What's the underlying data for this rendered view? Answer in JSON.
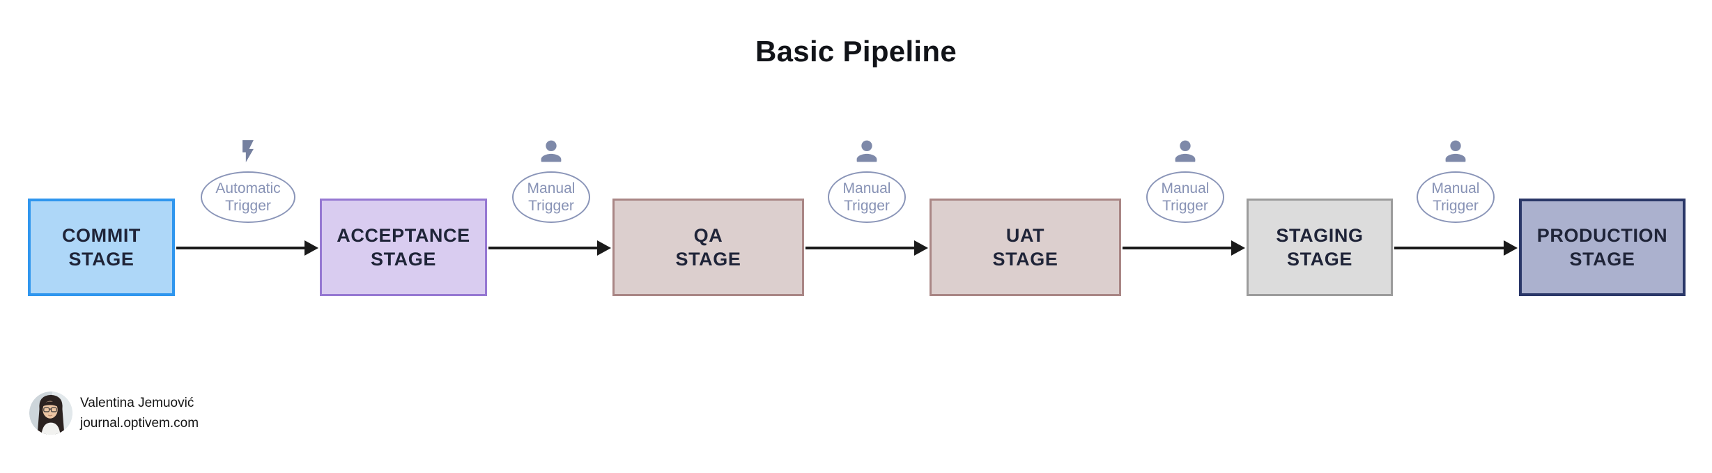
{
  "title": "Basic Pipeline",
  "stages": [
    {
      "id": "commit",
      "line1": "COMMIT",
      "line2": "STAGE",
      "fill": "#AED7F8",
      "border": "#2F96EE"
    },
    {
      "id": "acceptance",
      "line1": "ACCEPTANCE",
      "line2": "STAGE",
      "fill": "#D9CCF0",
      "border": "#9678D2"
    },
    {
      "id": "qa",
      "line1": "QA",
      "line2": "STAGE",
      "fill": "#DCCFCE",
      "border": "#A98685"
    },
    {
      "id": "uat",
      "line1": "UAT",
      "line2": "STAGE",
      "fill": "#DCCFCE",
      "border": "#A98685"
    },
    {
      "id": "staging",
      "line1": "STAGING",
      "line2": "STAGE",
      "fill": "#DCDCDC",
      "border": "#9C9C9C"
    },
    {
      "id": "production",
      "line1": "PRODUCTION",
      "line2": "STAGE",
      "fill": "#ABB1CE",
      "border": "#2A3768"
    }
  ],
  "triggers": [
    {
      "type": "automatic",
      "line1": "Automatic",
      "line2": "Trigger",
      "icon": "lightning-bolt-icon"
    },
    {
      "type": "manual",
      "line1": "Manual",
      "line2": "Trigger",
      "icon": "person-icon"
    },
    {
      "type": "manual",
      "line1": "Manual",
      "line2": "Trigger",
      "icon": "person-icon"
    },
    {
      "type": "manual",
      "line1": "Manual",
      "line2": "Trigger",
      "icon": "person-icon"
    },
    {
      "type": "manual",
      "line1": "Manual",
      "line2": "Trigger",
      "icon": "person-icon"
    }
  ],
  "attribution": {
    "name": "Valentina Jemuović",
    "website": "journal.optivem.com"
  },
  "colors": {
    "trigger_outline": "#8A95B8",
    "trigger_text": "#8792B5",
    "trigger_icon": "#75809F",
    "arrow": "#1a1a1a",
    "stage_text": "#1F2438",
    "title_text": "#111318"
  }
}
